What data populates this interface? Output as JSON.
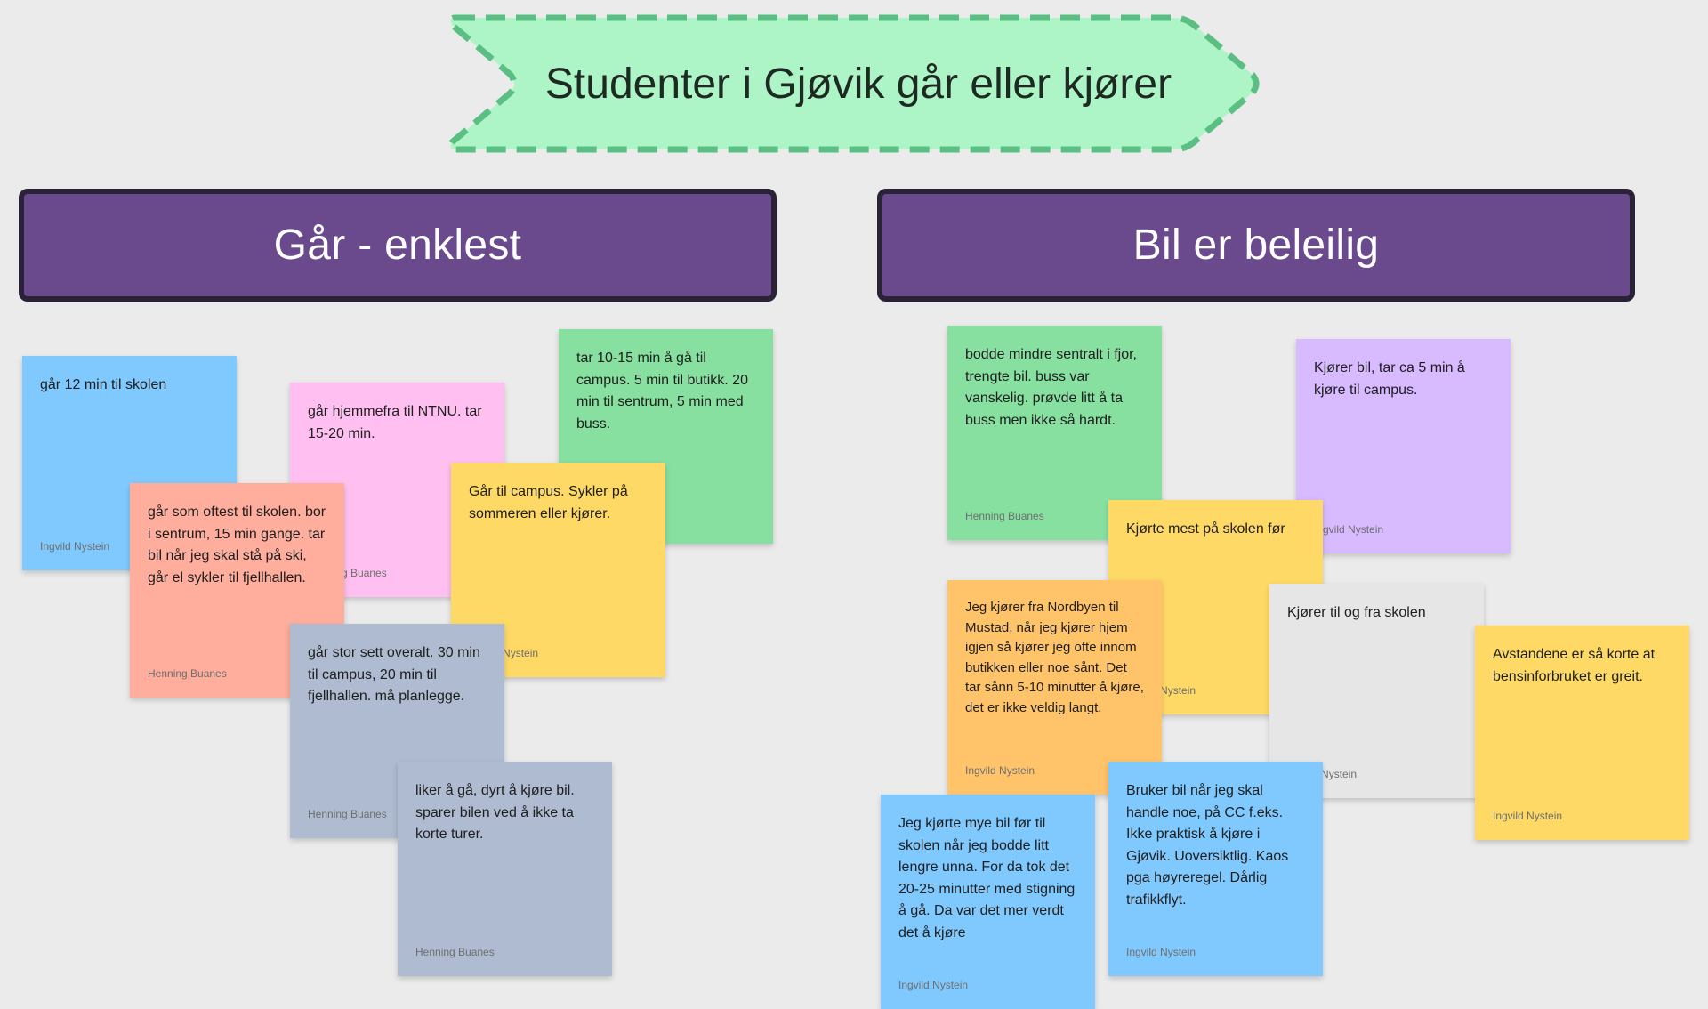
{
  "board": {
    "title": "Studenter i Gjøvik går eller kjører",
    "colors": {
      "background": "#ebebeb",
      "title_fill": "#adf5c7",
      "title_border": "#5bbf84",
      "header_fill": "#6a4a8c",
      "header_border": "#2a2236"
    }
  },
  "columns": {
    "left": {
      "title": "Går - enklest"
    },
    "right": {
      "title": "Bil er beleilig"
    }
  },
  "notes": {
    "n1": {
      "text": "går 12 min til skolen",
      "author": "Ingvild Nystein",
      "color": "#80c9ff"
    },
    "n2": {
      "text": "går hjemmefra til NTNU. tar 15-20 min.",
      "author": "Henning Buanes",
      "color": "#ffc0f1"
    },
    "n3": {
      "text": "tar 10-15 min å gå til campus. 5 min til butikk. 20 min til sentrum, 5 min med buss.",
      "author": "",
      "color": "#87e0a0"
    },
    "n4": {
      "text": "går som oftest til skolen. bor i sentrum, 15 min gange.  tar bil når jeg skal stå på ski, går el sykler til fjellhallen.",
      "author": "Henning Buanes",
      "color": "#ffad9c"
    },
    "n5": {
      "text": "Går til campus. Sykler på sommeren eller kjører.",
      "author": "Ingvild Nystein",
      "color": "#ffd966"
    },
    "n6": {
      "text": "går stor sett overalt. 30 min til campus, 20 min til fjellhallen. må planlegge.",
      "author": "Henning Buanes",
      "color": "#aebbd0"
    },
    "n7": {
      "text": "liker å gå, dyrt å kjøre bil. sparer bilen ved å ikke ta korte turer.",
      "author": "Henning Buanes",
      "color": "#aebbd0"
    },
    "n8": {
      "text": "bodde mindre sentralt i fjor, trengte bil. buss var vanskelig. prøvde litt å ta buss men ikke så hardt.",
      "author": "Henning Buanes",
      "color": "#87e0a0"
    },
    "n9": {
      "text": "Kjører bil, tar ca 5 min å kjøre til campus.",
      "author": "Ingvild Nystein",
      "color": "#d7baff"
    },
    "n10": {
      "text": "Kjørte mest på skolen før",
      "author": "Ingvild Nystein",
      "color": "#ffd966"
    },
    "n11": {
      "text": "Kjører til og fra skolen",
      "author": "Ingvild Nystein",
      "color": "#e6e6e6"
    },
    "n12": {
      "text": "Avstandene er så korte at bensinforbruket er greit.",
      "author": "Ingvild Nystein",
      "color": "#ffd966"
    },
    "n13": {
      "text": "Jeg kjører fra Nordbyen til Mustad, når jeg kjører hjem igjen så kjører jeg ofte innom butikken eller noe sånt. Det tar sånn 5-10 minutter å kjøre, det er ikke veldig langt.",
      "author": "Ingvild Nystein",
      "color": "#ffc36a"
    },
    "n14": {
      "text": "Jeg kjørte mye bil før til skolen når jeg bodde litt lengre unna. For da tok det 20-25 minutter med stigning å gå. Da var det mer verdt det å kjøre",
      "author": "Ingvild Nystein",
      "color": "#80c9ff"
    },
    "n15": {
      "text": "Bruker bil når jeg skal handle noe, på CC f.eks. Ikke praktisk å kjøre i Gjøvik. Uoversiktlig. Kaos pga høyreregel. Dårlig trafikkflyt.",
      "author": "Ingvild Nystein",
      "color": "#80c9ff"
    }
  }
}
